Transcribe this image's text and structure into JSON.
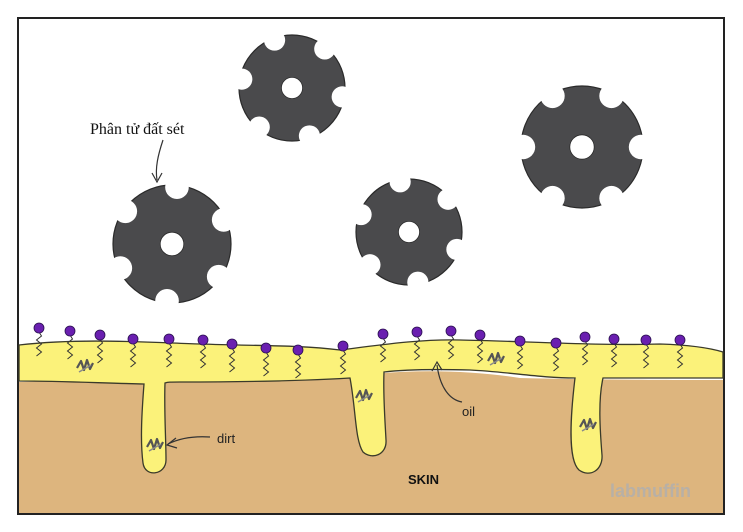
{
  "labels": {
    "clay_particle": "Phân tử đất sét",
    "oil": "oil",
    "dirt": "dirt",
    "skin": "SKIN",
    "watermark": "labmuffin"
  },
  "colors": {
    "frame": "#222222",
    "particle_fill": "#4a4a4c",
    "particle_stroke": "#2a2a2a",
    "oil_fill": "#fbf27a",
    "oil_stroke": "#3a3a2a",
    "skin_fill": "#ddb57e",
    "surfactant_head": "#6a1fb0",
    "dirt_fill": "#8a8a8a",
    "watermark": "#b8b0a6"
  },
  "icons": [
    "clay-particle-icon",
    "surfactant-molecule-icon",
    "dirt-speck-icon"
  ]
}
